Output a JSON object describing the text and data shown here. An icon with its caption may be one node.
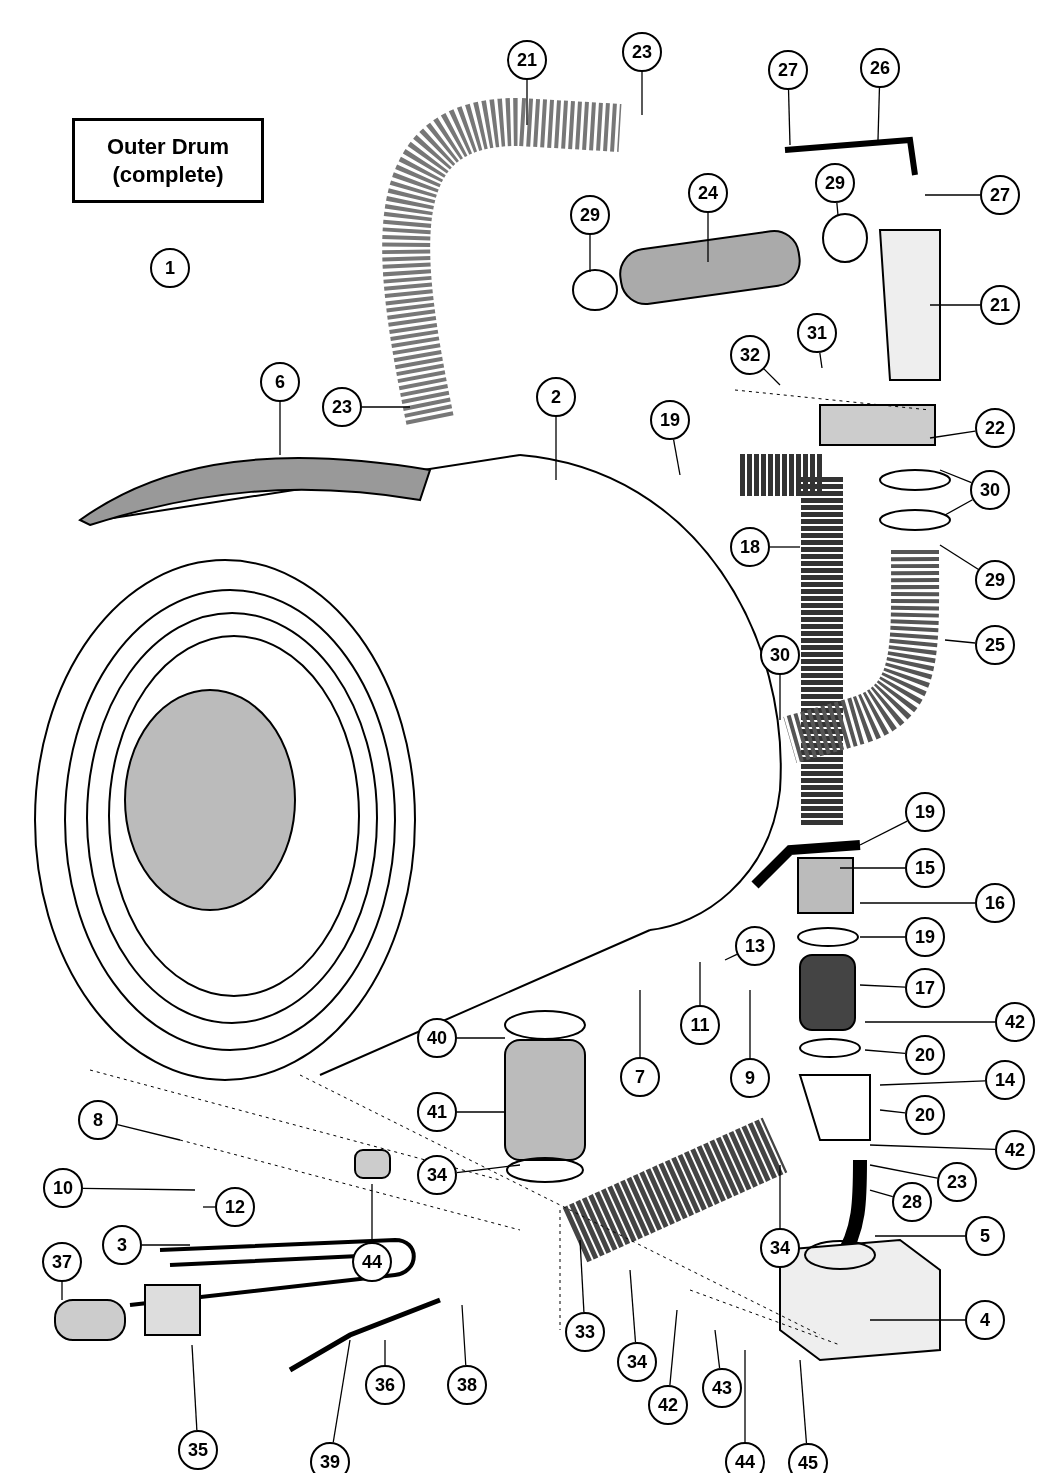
{
  "diagram": {
    "nodes": [
      {
        "text": [
          "Outer Drum (complete)"
        ]
      },
      {
        "text": [
          "1"
        ]
      },
      {
        "text": [
          "21"
        ]
      },
      {
        "text": [
          "23"
        ]
      },
      {
        "text": [
          "27"
        ]
      },
      {
        "text": [
          "26"
        ]
      },
      {
        "text": [
          "29"
        ]
      },
      {
        "text": [
          "24"
        ]
      },
      {
        "text": [
          "29"
        ]
      },
      {
        "text": [
          "27"
        ]
      },
      {
        "text": [
          "21"
        ]
      },
      {
        "text": [
          "32"
        ]
      },
      {
        "text": [
          "31"
        ]
      },
      {
        "text": [
          "6"
        ]
      },
      {
        "text": [
          "23"
        ]
      },
      {
        "text": [
          "2"
        ]
      },
      {
        "text": [
          "19"
        ]
      },
      {
        "text": [
          "22"
        ]
      },
      {
        "text": [
          "30"
        ]
      },
      {
        "text": [
          "18"
        ]
      },
      {
        "text": [
          "29"
        ]
      },
      {
        "text": [
          "25"
        ]
      },
      {
        "text": [
          "30"
        ]
      },
      {
        "text": [
          "19"
        ]
      },
      {
        "text": [
          "15"
        ]
      },
      {
        "text": [
          "16"
        ]
      },
      {
        "text": [
          "19"
        ]
      },
      {
        "text": [
          "13"
        ]
      },
      {
        "text": [
          "17"
        ]
      },
      {
        "text": [
          "11"
        ]
      },
      {
        "text": [
          "42"
        ]
      },
      {
        "text": [
          "40"
        ]
      },
      {
        "text": [
          "20"
        ]
      },
      {
        "text": [
          "7"
        ]
      },
      {
        "text": [
          "9"
        ]
      },
      {
        "text": [
          "14"
        ]
      },
      {
        "text": [
          "41"
        ]
      },
      {
        "text": [
          "20"
        ]
      },
      {
        "text": [
          "8"
        ]
      },
      {
        "text": [
          "42"
        ]
      },
      {
        "text": [
          "34"
        ]
      },
      {
        "text": [
          "23"
        ]
      },
      {
        "text": [
          "10"
        ]
      },
      {
        "text": [
          "12"
        ]
      },
      {
        "text": [
          "28"
        ]
      },
      {
        "text": [
          "5"
        ]
      },
      {
        "text": [
          "3"
        ]
      },
      {
        "text": [
          "34"
        ]
      },
      {
        "text": [
          "44"
        ]
      },
      {
        "text": [
          "37"
        ]
      },
      {
        "text": [
          "4"
        ]
      },
      {
        "text": [
          "33"
        ]
      },
      {
        "text": [
          "34"
        ]
      },
      {
        "text": [
          "35"
        ]
      },
      {
        "text": [
          "36"
        ]
      },
      {
        "text": [
          "38"
        ]
      },
      {
        "text": [
          "42"
        ]
      },
      {
        "text": [
          "43"
        ]
      },
      {
        "text": [
          "39"
        ]
      },
      {
        "text": [
          "44"
        ]
      },
      {
        "text": [
          "45"
        ]
      }
    ],
    "edges": [
      {
        "from": 2,
        "to": null,
        "arrow": "none"
      },
      {
        "from": 3,
        "to": null,
        "arrow": "none"
      },
      {
        "from": 4,
        "to": null,
        "arrow": "none"
      },
      {
        "from": 5,
        "to": null,
        "arrow": "none"
      },
      {
        "from": 6,
        "to": null,
        "arrow": "none"
      },
      {
        "from": 7,
        "to": null,
        "arrow": "none"
      },
      {
        "from": 8,
        "to": null,
        "arrow": "none"
      },
      {
        "from": 9,
        "to": null,
        "arrow": "none"
      },
      {
        "from": 10,
        "to": null,
        "arrow": "none"
      },
      {
        "from": 11,
        "to": null,
        "arrow": "none"
      },
      {
        "from": 12,
        "to": null,
        "arrow": "none"
      },
      {
        "from": 13,
        "to": null,
        "arrow": "none"
      },
      {
        "from": 14,
        "to": null,
        "arrow": "none"
      },
      {
        "from": 15,
        "to": null,
        "arrow": "none"
      },
      {
        "from": 16,
        "to": null,
        "arrow": "none"
      },
      {
        "from": 17,
        "to": null,
        "arrow": "none"
      },
      {
        "from": 18,
        "to": null,
        "arrow": "none"
      },
      {
        "from": 18,
        "to": null,
        "arrow": "none"
      },
      {
        "from": 19,
        "to": null,
        "arrow": "none"
      },
      {
        "from": 20,
        "to": null,
        "arrow": "none"
      },
      {
        "from": 21,
        "to": null,
        "arrow": "none"
      },
      {
        "from": 22,
        "to": null,
        "arrow": "none"
      },
      {
        "from": 23,
        "to": null,
        "arrow": "none"
      },
      {
        "from": 24,
        "to": null,
        "arrow": "none"
      },
      {
        "from": 25,
        "to": null,
        "arrow": "none"
      },
      {
        "from": 26,
        "to": null,
        "arrow": "none"
      },
      {
        "from": 27,
        "to": null,
        "arrow": "none"
      },
      {
        "from": 28,
        "to": null,
        "arrow": "none"
      },
      {
        "from": 29,
        "to": null,
        "arrow": "none"
      },
      {
        "from": 30,
        "to": null,
        "arrow": "none"
      },
      {
        "from": 31,
        "to": null,
        "arrow": "none"
      },
      {
        "from": 32,
        "to": null,
        "arrow": "none"
      },
      {
        "from": 33,
        "to": null,
        "arrow": "none"
      },
      {
        "from": 34,
        "to": null,
        "arrow": "none"
      },
      {
        "from": 35,
        "to": null,
        "arrow": "none"
      },
      {
        "from": 36,
        "to": null,
        "arrow": "none"
      },
      {
        "from": 37,
        "to": null,
        "arrow": "none"
      },
      {
        "from": 38,
        "to": null,
        "arrow": "none"
      },
      {
        "from": 39,
        "to": null,
        "arrow": "none"
      },
      {
        "from": 40,
        "to": null,
        "arrow": "none"
      },
      {
        "from": 41,
        "to": null,
        "arrow": "none"
      },
      {
        "from": 42,
        "to": null,
        "arrow": "none"
      },
      {
        "from": 43,
        "to": null,
        "arrow": "none"
      },
      {
        "from": 44,
        "to": null,
        "arrow": "none"
      },
      {
        "from": 45,
        "to": null,
        "arrow": "none"
      },
      {
        "from": 46,
        "to": null,
        "arrow": "none"
      },
      {
        "from": 47,
        "to": null,
        "arrow": "none"
      },
      {
        "from": 48,
        "to": null,
        "arrow": "none"
      },
      {
        "from": 49,
        "to": null,
        "arrow": "none"
      },
      {
        "from": 50,
        "to": null,
        "arrow": "none"
      },
      {
        "from": 51,
        "to": null,
        "arrow": "none"
      },
      {
        "from": 52,
        "to": null,
        "arrow": "none"
      },
      {
        "from": 53,
        "to": null,
        "arrow": "none"
      },
      {
        "from": 54,
        "to": null,
        "arrow": "none"
      },
      {
        "from": 55,
        "to": null,
        "arrow": "none"
      },
      {
        "from": 56,
        "to": null,
        "arrow": "none"
      },
      {
        "from": 57,
        "to": null,
        "arrow": "none"
      },
      {
        "from": 58,
        "to": null,
        "arrow": "none"
      },
      {
        "from": 59,
        "to": null,
        "arrow": "none"
      },
      {
        "from": 60,
        "to": null,
        "arrow": "none"
      }
    ]
  }
}
